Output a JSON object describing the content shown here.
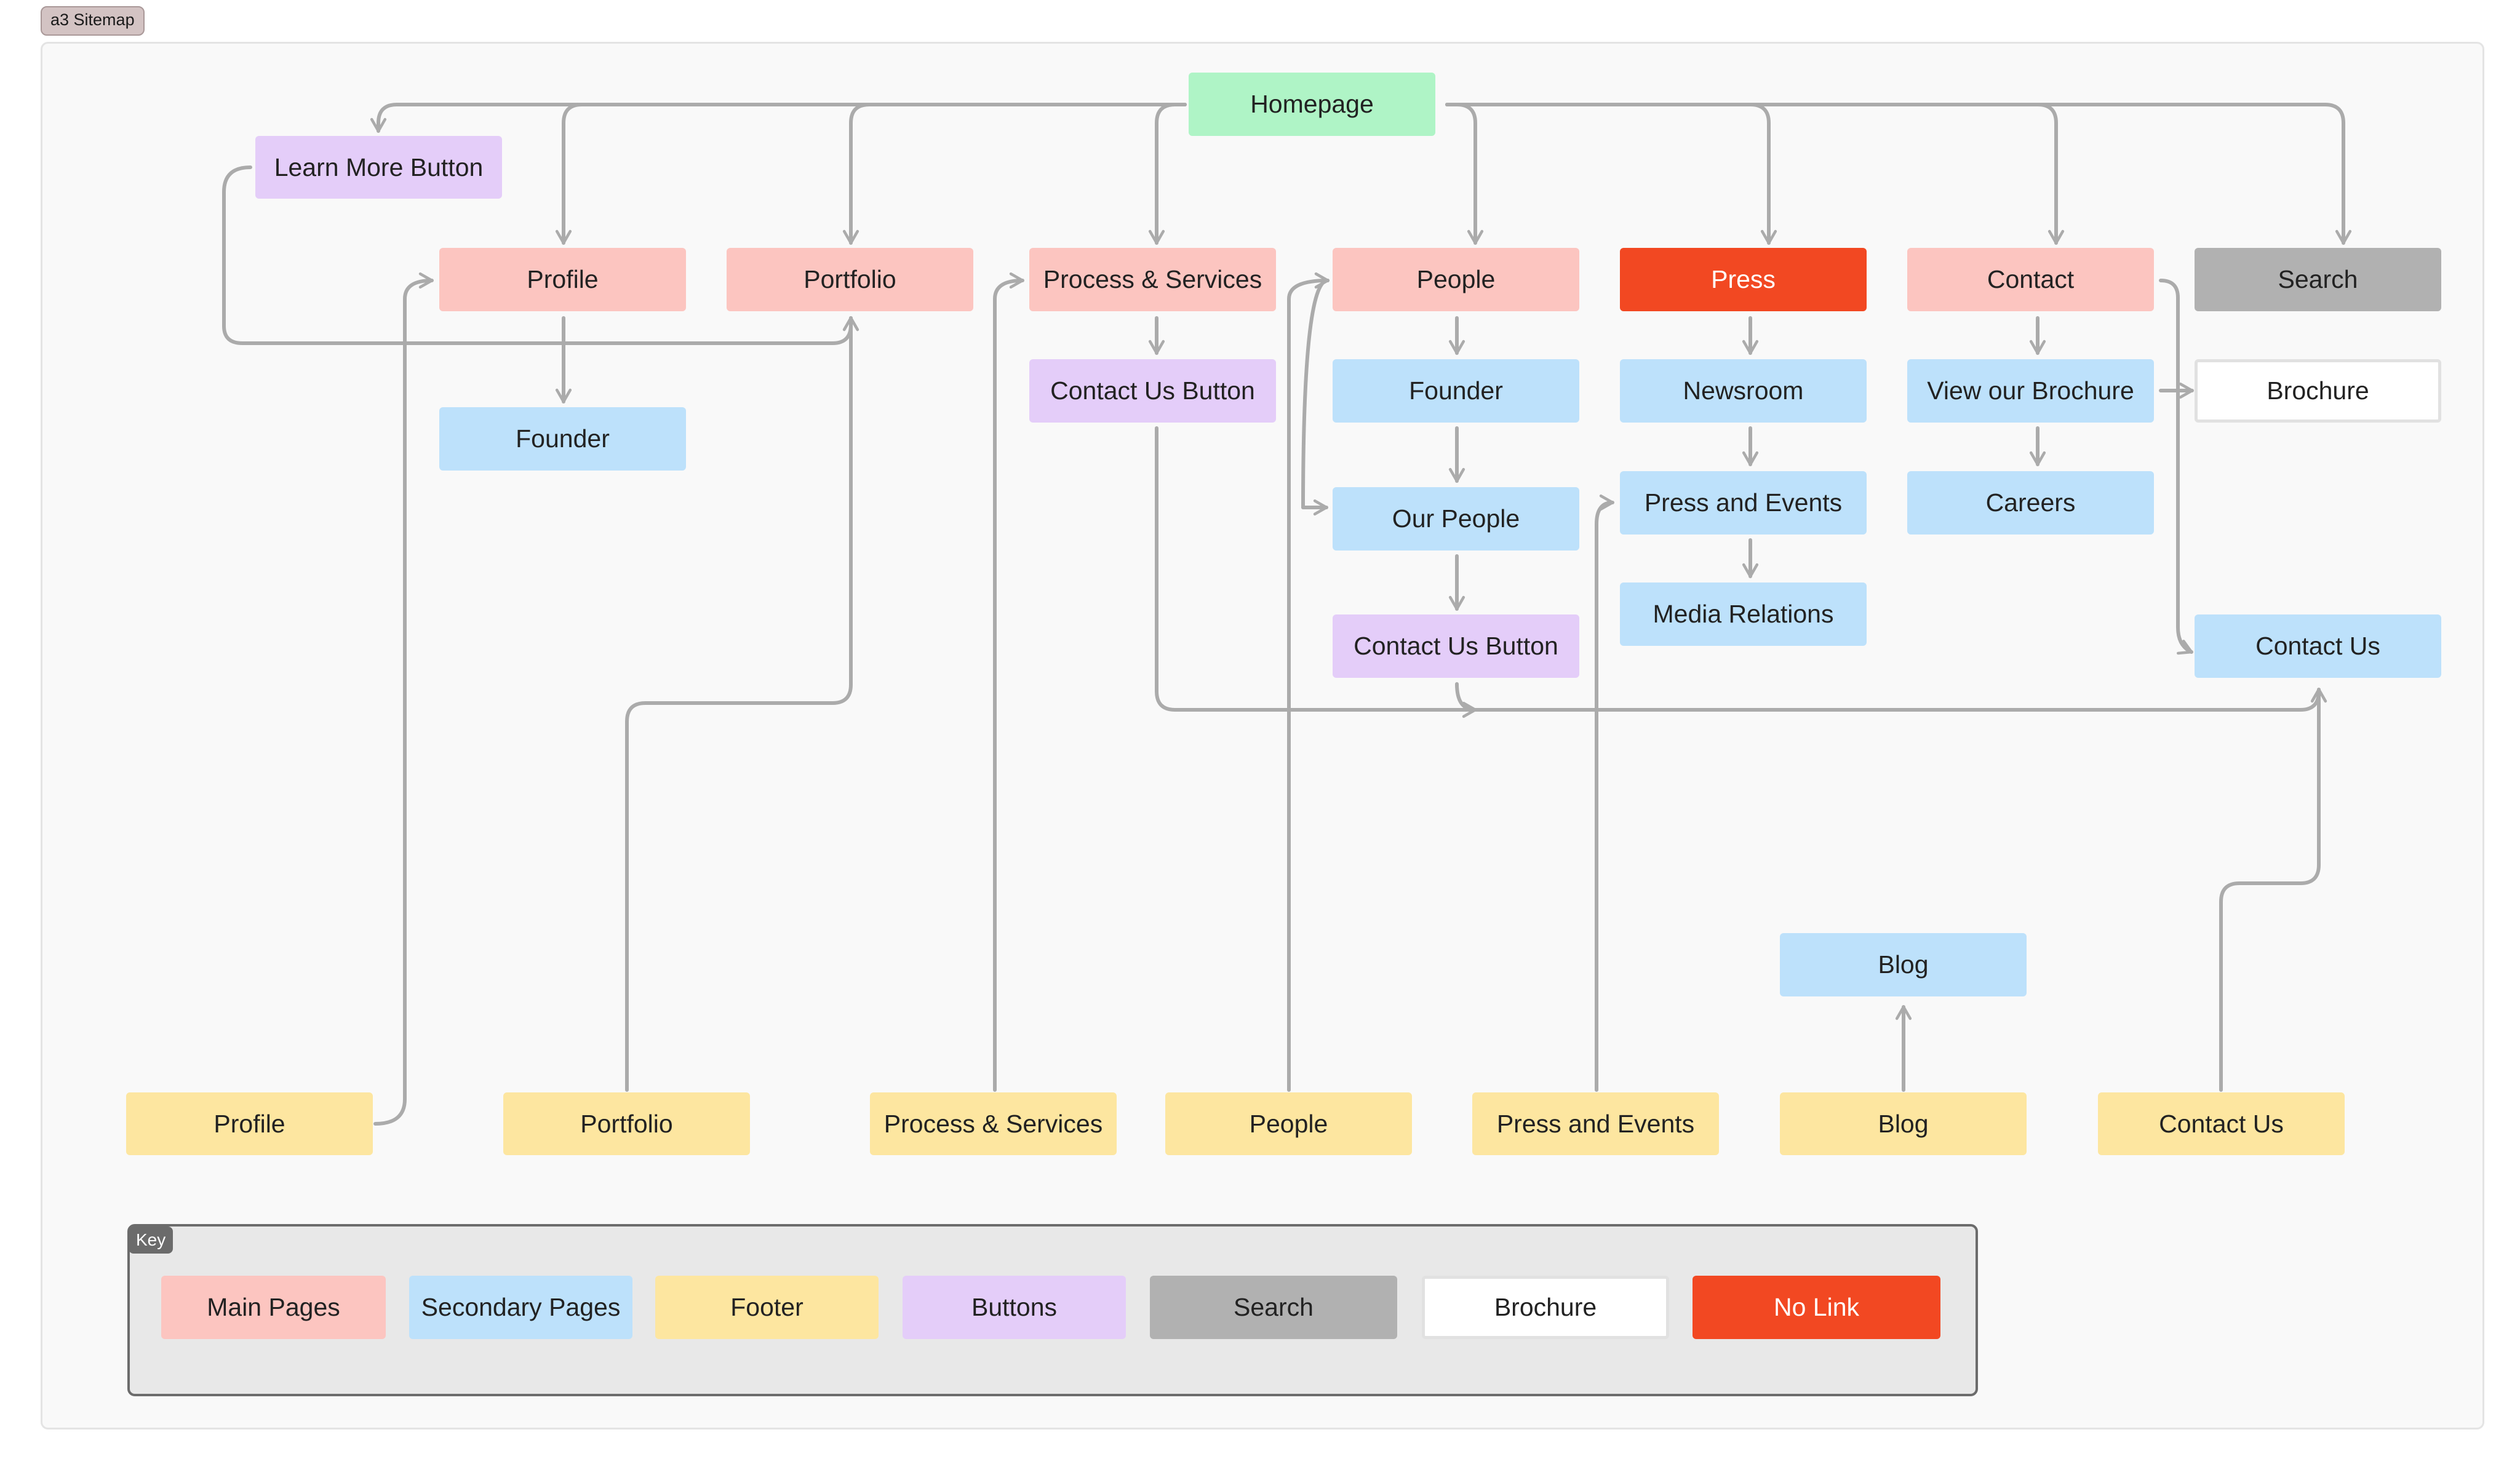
{
  "frame": {
    "title": "a3 Sitemap"
  },
  "colors": {
    "main": "#fcc5c0",
    "secondary": "#bde1fb",
    "footer": "#fde6a0",
    "button": "#e4cdf9",
    "search": "#b1b1b1",
    "brochure": "#ffffff",
    "nolink": "#f24822",
    "home": "#aff4c6",
    "connector": "#ababab"
  },
  "nodes": {
    "homepage": "Homepage",
    "learn_more": "Learn More Button",
    "main": {
      "profile": "Profile",
      "portfolio": "Portfolio",
      "process": "Process & Services",
      "people": "People",
      "press": "Press",
      "contact": "Contact",
      "search": "Search"
    },
    "secondary": {
      "profile_founder": "Founder",
      "process_contact_btn": "Contact Us Button",
      "people_founder": "Founder",
      "our_people": "Our People",
      "people_contact_btn": "Contact Us Button",
      "newsroom": "Newsroom",
      "press_events": "Press and Events",
      "media_relations": "Media Relations",
      "view_brochure": "View our Brochure",
      "careers": "Careers",
      "brochure": "Brochure",
      "contact_us": "Contact Us",
      "blog": "Blog"
    },
    "footer": {
      "profile": "Profile",
      "portfolio": "Portfolio",
      "process": "Process & Services",
      "people": "People",
      "press_events": "Press and Events",
      "blog": "Blog",
      "contact_us": "Contact Us"
    }
  },
  "key": {
    "title": "Key",
    "items": [
      "Main Pages",
      "Secondary Pages",
      "Footer",
      "Buttons",
      "Search",
      "Brochure",
      "No Link"
    ]
  }
}
